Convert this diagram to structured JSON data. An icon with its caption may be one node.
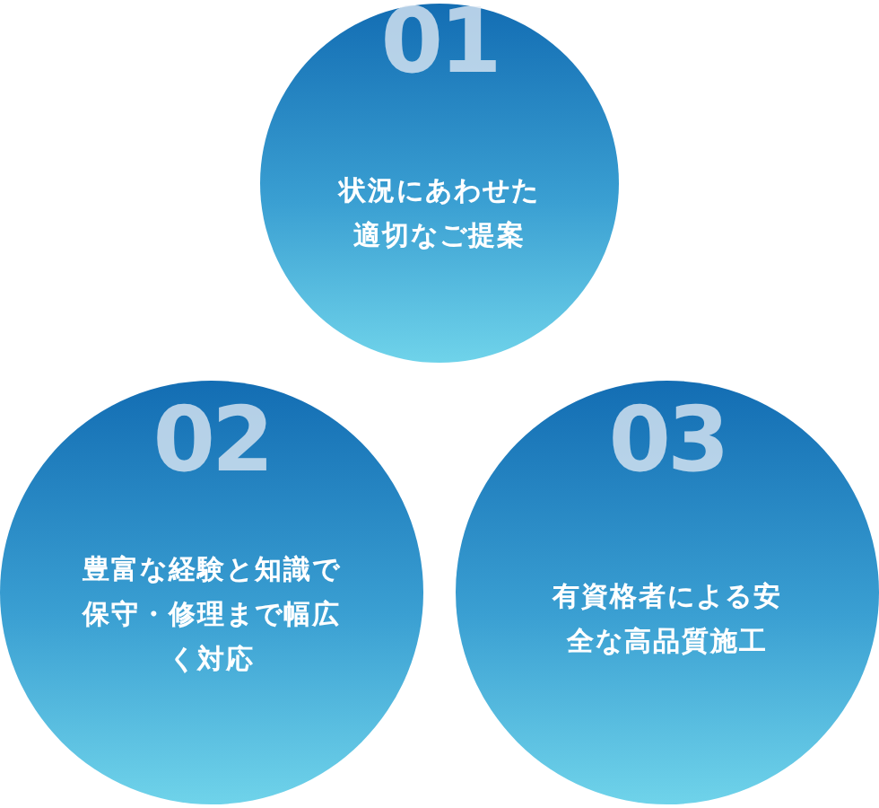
{
  "diagram": {
    "nodes": [
      {
        "text": [
          "01",
          "状況にあわせた適切なご提案"
        ]
      },
      {
        "text": [
          "02",
          "豊富な経験と知識で保守・修理まで幅広く対応"
        ]
      },
      {
        "text": [
          "03",
          "有資格者による安全な高品質施工"
        ]
      }
    ]
  }
}
